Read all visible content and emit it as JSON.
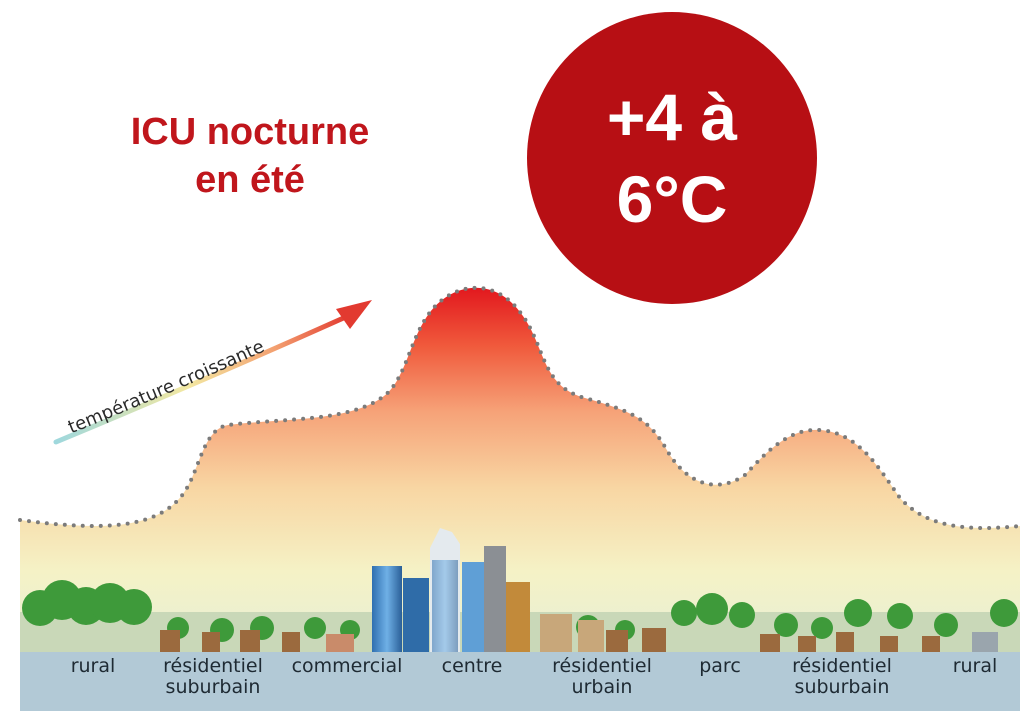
{
  "title": {
    "line1": "ICU nocturne",
    "line2": "en été"
  },
  "badge": {
    "line1": "+4 à",
    "line2": "6°C"
  },
  "arrow_label": "température croissante",
  "zones": [
    {
      "line1": "rural",
      "line2": ""
    },
    {
      "line1": "résidentiel",
      "line2": "suburbain"
    },
    {
      "line1": "commercial",
      "line2": ""
    },
    {
      "line1": "centre",
      "line2": ""
    },
    {
      "line1": "résidentiel",
      "line2": "urbain"
    },
    {
      "line1": "parc",
      "line2": ""
    },
    {
      "line1": "résidentiel",
      "line2": "suburbain"
    },
    {
      "line1": "rural",
      "line2": ""
    }
  ],
  "colors": {
    "title": "#c0161c",
    "badge": "#b70f14",
    "heat_peak": "#e2181e",
    "ground_band": "#b2c9d6",
    "tree": "#3e9a3a"
  }
}
